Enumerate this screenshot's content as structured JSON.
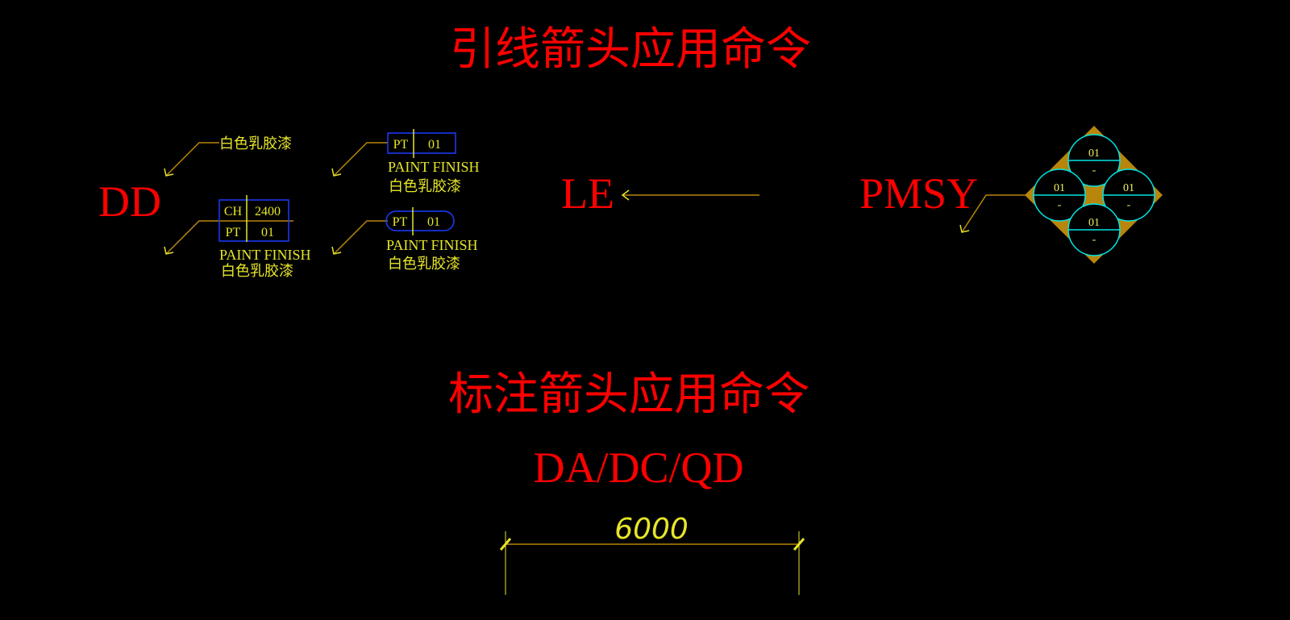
{
  "titles": {
    "leader": "引线箭头应用命令",
    "dimension": "标注箭头应用命令"
  },
  "commands": {
    "dd": "DD",
    "le": "LE",
    "pmsy": "PMSY",
    "da_dc_qd": "DA/DC/QD"
  },
  "leader_simple": {
    "text": "白色乳胶漆"
  },
  "leader_rect_tag": {
    "code": "PT",
    "number": "01",
    "line1": "PAINT FINISH",
    "line2": "白色乳胶漆"
  },
  "leader_table_tag": {
    "row1_code": "CH",
    "row1_value": "2400",
    "row2_code": "PT",
    "row2_value": "01",
    "line1": "PAINT FINISH",
    "line2": "白色乳胶漆"
  },
  "leader_pill_tag": {
    "code": "PT",
    "number": "01",
    "line1": "PAINT FINISH",
    "line2": "白色乳胶漆"
  },
  "index_symbol": {
    "top": {
      "number": "01",
      "sub": "-"
    },
    "left": {
      "number": "01",
      "sub": "-"
    },
    "right": {
      "number": "01",
      "sub": "-"
    },
    "bottom": {
      "number": "01",
      "sub": "-"
    }
  },
  "dimension": {
    "value": "6000"
  },
  "colors": {
    "background": "#000000",
    "command_red": "#ff0000",
    "annotation_yellow": "#e6e62a",
    "leader_line": "#b8860b",
    "tag_border_blue": "#1a3cff",
    "symbol_cyan": "#00e5e5",
    "symbol_fill": "#b8860b"
  }
}
